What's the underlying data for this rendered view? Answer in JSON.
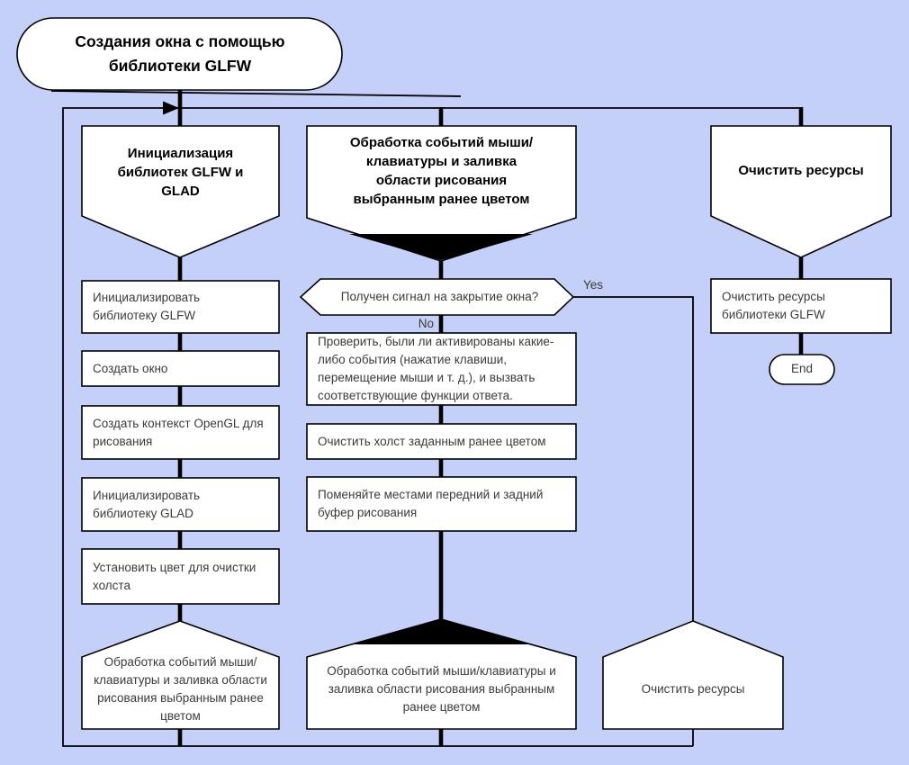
{
  "colors": {
    "background": "#c4d0f7",
    "node_fill": "#ffffff",
    "line": "#000000",
    "body_text": "#3b3b3b",
    "header_text": "#000000"
  },
  "title": "Создания окна с помощью библиотеки GLFW",
  "labels": {
    "yes": "Yes",
    "no": "No",
    "end": "End"
  },
  "columns": {
    "init": {
      "header": "Инициализация библиотек GLFW и GLAD",
      "steps": [
        "Инициализировать библиотеку GLFW",
        "Создать окно",
        "Создать контекст OpenGL для рисования",
        "Инициализировать библиотеку GLAD",
        "Установить цвет для очистки холста"
      ],
      "footer": "Обработка событий мыши/клавиатуры и заливка области рисования выбранным ранее цветом"
    },
    "events": {
      "header": "Обработка событий мыши/клавиатуры и заливка области рисования выбранным ранее цветом",
      "decision": "Получен сигнал на закрытие окна?",
      "steps": [
        "Проверить, были ли активированы какие-либо события (нажатие клавиши, перемещение мыши и т. д.), и вызвать соответствующие функции ответа.",
        "Очистить холст заданным ранее цветом",
        "Поменяйте местами передний и задний буфер рисования"
      ],
      "footer": "Обработка событий мыши/клавиатуры и заливка области рисования выбранным ранее цветом"
    },
    "cleanup": {
      "header": "Очистить ресурсы",
      "steps": [
        "Очистить ресурсы библиотеки GLFW"
      ],
      "footer": "Очистить ресурсы"
    }
  }
}
